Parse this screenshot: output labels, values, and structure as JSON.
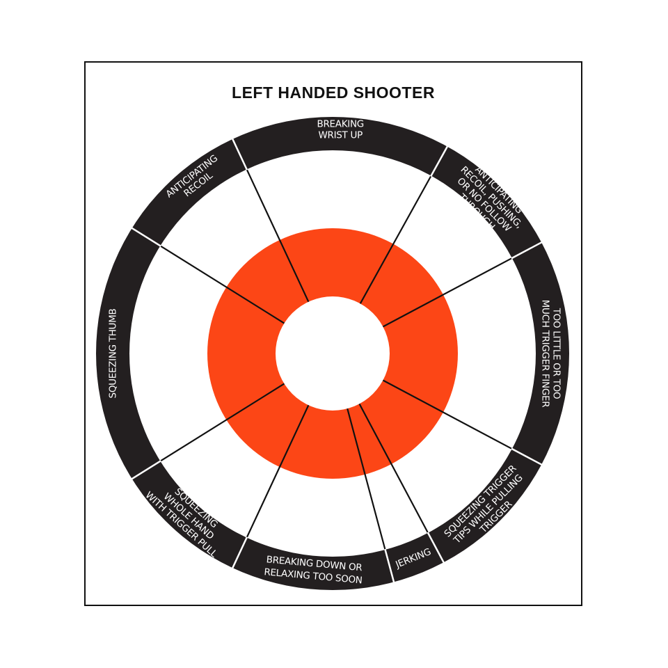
{
  "title": "LEFT HANDED SHOOTER",
  "colors": {
    "outer_ring": "#231f20",
    "middle_ring": "#ffffff",
    "orange_ring": "#fc4616",
    "center": "#ffffff",
    "dividers": "#111111",
    "label_text": "#ffffff"
  },
  "segments": [
    {
      "id": "top",
      "lines": [
        "BREAKING",
        "WRIST UP"
      ]
    },
    {
      "id": "upper-right",
      "lines": [
        "ANTICIPATING",
        "RECOIL, PUSHING,",
        "OR NO FOLLOW",
        "THROUGH"
      ]
    },
    {
      "id": "right",
      "lines": [
        "TOO LITTLE OR TOO",
        "MUCH TRIGGER FINGER"
      ]
    },
    {
      "id": "lower-right",
      "lines": [
        "SQUEEZING TRIGGER",
        "TIPS WHILE PULLING",
        "TRIGGER"
      ]
    },
    {
      "id": "bottom-right",
      "lines": [
        "JERKING"
      ]
    },
    {
      "id": "bottom",
      "lines": [
        "BREAKING DOWN OR",
        "RELAXING TOO SOON"
      ]
    },
    {
      "id": "lower-left",
      "lines": [
        "SQUEEZING",
        "WHOLE HAND",
        "WITH TRIGGER PULL"
      ]
    },
    {
      "id": "left",
      "lines": [
        "SQUEEZING THUMB"
      ]
    },
    {
      "id": "upper-left",
      "lines": [
        "ANTICIPATING",
        "RECOIL"
      ]
    }
  ]
}
